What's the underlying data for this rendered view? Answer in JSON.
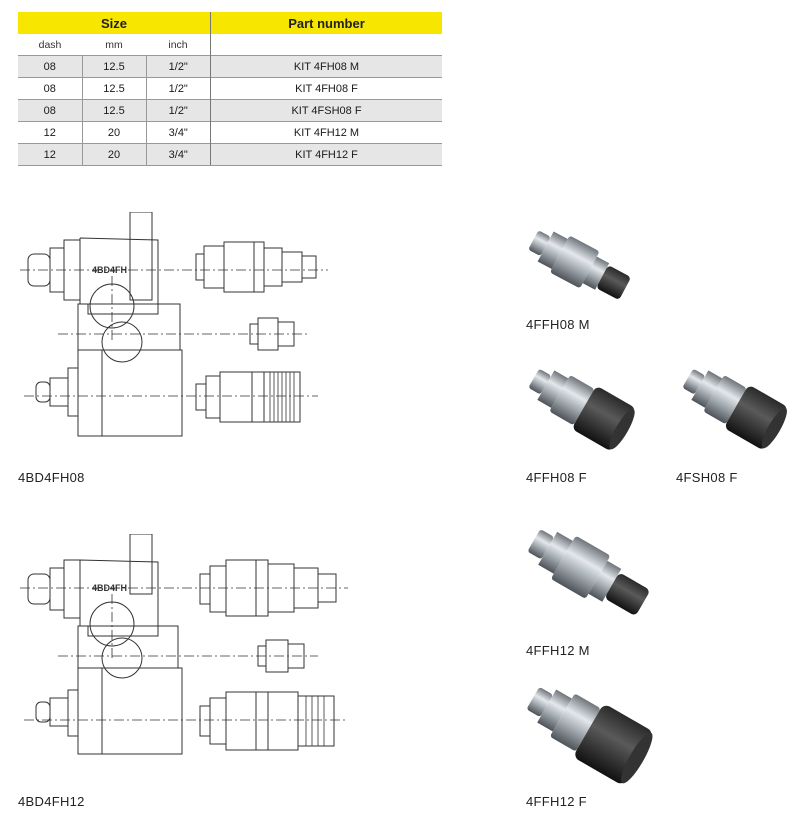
{
  "table": {
    "group_headers": {
      "size": "Size",
      "part_number": "Part number"
    },
    "unit_headers": {
      "dash": "dash",
      "mm": "mm",
      "inch": "inch"
    },
    "rows": [
      {
        "dash": "08",
        "mm": "12.5",
        "inch": "1/2\"",
        "part": "KIT 4FH08 M"
      },
      {
        "dash": "08",
        "mm": "12.5",
        "inch": "1/2\"",
        "part": "KIT 4FH08 F"
      },
      {
        "dash": "08",
        "mm": "12.5",
        "inch": "1/2\"",
        "part": "KIT 4FSH08 F"
      },
      {
        "dash": "12",
        "mm": "20",
        "inch": "3/4\"",
        "part": "KIT 4FH12 M"
      },
      {
        "dash": "12",
        "mm": "20",
        "inch": "3/4\"",
        "part": "KIT 4FH12 F"
      }
    ],
    "header_color": "#f6e600",
    "shade_color": "#e6e6e6"
  },
  "drawings": {
    "top": {
      "block_label": "4BD4FH",
      "caption": "4BD4FH08"
    },
    "bottom": {
      "block_label": "4BD4FH",
      "caption": "4BD4FH12"
    }
  },
  "photos": {
    "ffh08m": "4FFH08 M",
    "ffh08f": "4FFH08 F",
    "fsh08f": "4FSH08 F",
    "ffh12m": "4FFH12 M",
    "ffh12f": "4FFH12 F"
  }
}
